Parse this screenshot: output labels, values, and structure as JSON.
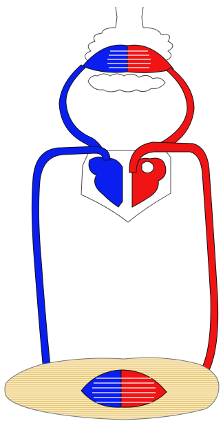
{
  "diagram": {
    "kind": "double-circulation",
    "parts": [
      "lungs",
      "capillaries",
      "heart",
      "arteries",
      "veins",
      "body-tissue"
    ],
    "colors": {
      "deoxygenated": "#0a1ef0",
      "oxygenated": "#f01414",
      "outline": "#3a3a3a",
      "tissue_fill": "#f8e6b8",
      "tissue_stripe": "#d9b34a",
      "heart_fill": "#ffffff"
    }
  }
}
